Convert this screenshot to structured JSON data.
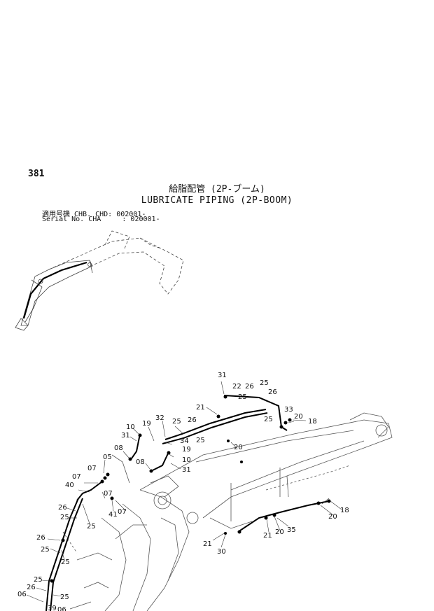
{
  "page_number": "381",
  "title_ja": "給脂配管 (2P-ブーム)",
  "title_en": "LUBRICATE PIPING (2P-BOOM)",
  "serial_line1": "適用号機 CHB. CHD: 002001-",
  "serial_line2": "Serial No. CHA     : 020001-",
  "callouts": [
    "31",
    "22",
    "25",
    "26",
    "21",
    "25",
    "26",
    "33",
    "20",
    "18",
    "25",
    "32",
    "19",
    "25",
    "26",
    "34",
    "25",
    "10",
    "31",
    "19",
    "08",
    "20",
    "05",
    "10",
    "08",
    "31",
    "07",
    "07",
    "40",
    "07",
    "41",
    "07",
    "26",
    "25",
    "25",
    "26",
    "25",
    "25",
    "25",
    "26",
    "06",
    "25",
    "39",
    "06",
    "18",
    "20",
    "21",
    "20",
    "35",
    "21",
    "30"
  ]
}
